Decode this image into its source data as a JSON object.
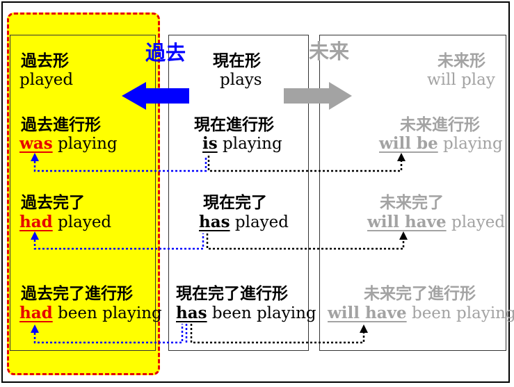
{
  "past_label": "過去",
  "future_label": "未来",
  "past": [
    {
      "title": "過去形",
      "aux": "",
      "rest": "played"
    },
    {
      "title": "過去進行形",
      "aux": "was",
      "rest": " playing"
    },
    {
      "title": "過去完了",
      "aux": "had",
      "rest": " played"
    },
    {
      "title": "過去完了進行形",
      "aux": "had",
      "rest": " been playing"
    }
  ],
  "present": [
    {
      "title": "現在形",
      "aux": "",
      "rest": "plays"
    },
    {
      "title": "現在進行形",
      "aux": "is",
      "rest": " playing"
    },
    {
      "title": "現在完了",
      "aux": "has",
      "rest": " played"
    },
    {
      "title": "現在完了進行形",
      "aux": "has",
      "rest": " been playing"
    }
  ],
  "future": [
    {
      "title": "未来形",
      "aux": "",
      "rest": "will play"
    },
    {
      "title": "未来進行形",
      "aux": "will be",
      "rest": " playing"
    },
    {
      "title": "未来完了",
      "aux": "will have",
      "rest": " played"
    },
    {
      "title": "未来完了進行形",
      "aux": "will have",
      "rest": " been playing"
    }
  ],
  "colors": {
    "past_aux": "#e60000",
    "arrow_past": "#0000ff",
    "arrow_future": "#a3a3a3",
    "dotted_blue": "#0000ff",
    "dotted_black": "#000000"
  }
}
